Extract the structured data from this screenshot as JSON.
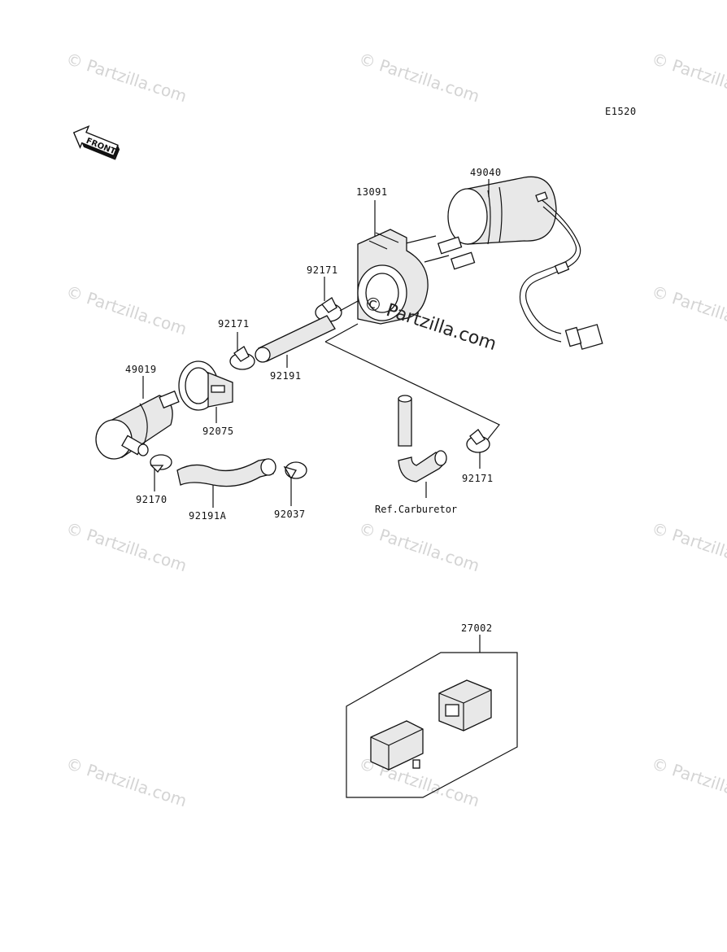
{
  "diagram_code": "E1520",
  "front_indicator": "FRONT",
  "watermark": "© Partzilla.com",
  "center_watermark": "© Partzilla.com",
  "ref_note": "Ref.Carburetor",
  "parts": {
    "p49040": "49040",
    "p13091": "13091",
    "p92171a": "92171",
    "p92171b": "92171",
    "p92171c": "92171",
    "p92191": "92191",
    "p49019": "49019",
    "p92075": "92075",
    "p92170": "92170",
    "p92191A": "92191A",
    "p92037": "92037",
    "p27002": "27002"
  }
}
